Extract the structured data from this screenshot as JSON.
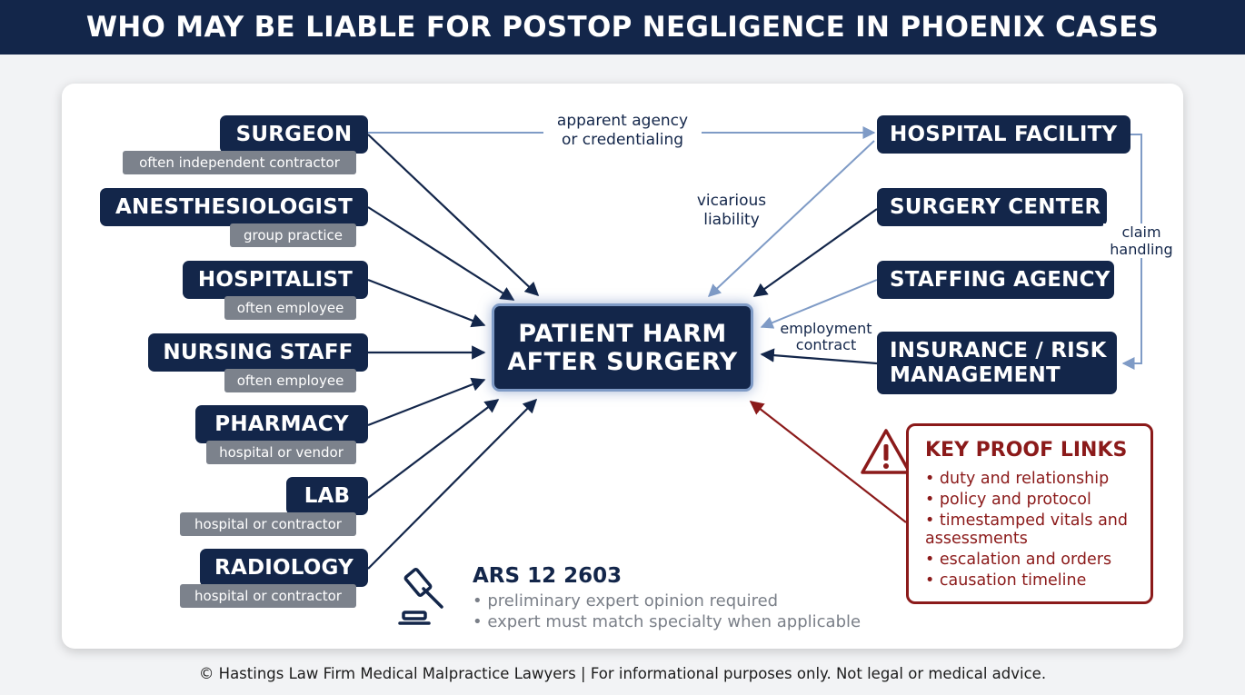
{
  "title": "WHO MAY BE LIABLE FOR POSTOP NEGLIGENCE IN PHOENIX CASES",
  "center": {
    "line1": "PATIENT HARM",
    "line2": "AFTER SURGERY"
  },
  "left_nodes": [
    {
      "label": "SURGEON",
      "tag": "often independent contractor"
    },
    {
      "label": "ANESTHESIOLOGIST",
      "tag": "group practice"
    },
    {
      "label": "HOSPITALIST",
      "tag": "often employee"
    },
    {
      "label": "NURSING STAFF",
      "tag": "often employee"
    },
    {
      "label": "PHARMACY",
      "tag": "hospital or vendor"
    },
    {
      "label": "LAB",
      "tag": "hospital or contractor"
    },
    {
      "label": "RADIOLOGY",
      "tag": "hospital or contractor"
    }
  ],
  "right_nodes": [
    {
      "label": "HOSPITAL FACILITY"
    },
    {
      "label": "SURGERY CENTER"
    },
    {
      "label": "STAFFING AGENCY"
    },
    {
      "label_line1": "INSURANCE / RISK",
      "label_line2": "MANAGEMENT"
    }
  ],
  "edge_labels": {
    "apparent_agency_1": "apparent agency",
    "apparent_agency_2": "or credentialing",
    "vicarious_1": "vicarious",
    "vicarious_2": "liability",
    "claim_1": "claim",
    "claim_2": "handling",
    "employment_1": "employment",
    "employment_2": "contract"
  },
  "proof": {
    "title": "KEY PROOF LINKS",
    "items": [
      "duty and relationship",
      "policy and protocol",
      "timestamped vitals and assessments",
      "escalation and orders",
      "causation timeline"
    ]
  },
  "statute": {
    "title": "ARS 12 2603",
    "items": [
      "preliminary expert opinion required",
      "expert must match specialty when applicable"
    ]
  },
  "footer": "© Hastings Law Firm Medical Malpractice Lawyers | For informational purposes only. Not legal or medical advice.",
  "colors": {
    "navy": "#13264a",
    "tag_gray": "#7c828c",
    "arrow_blue": "#7f9bc6",
    "warning_red": "#8b1a1a"
  },
  "icons": [
    "warning-icon",
    "gavel-icon"
  ]
}
